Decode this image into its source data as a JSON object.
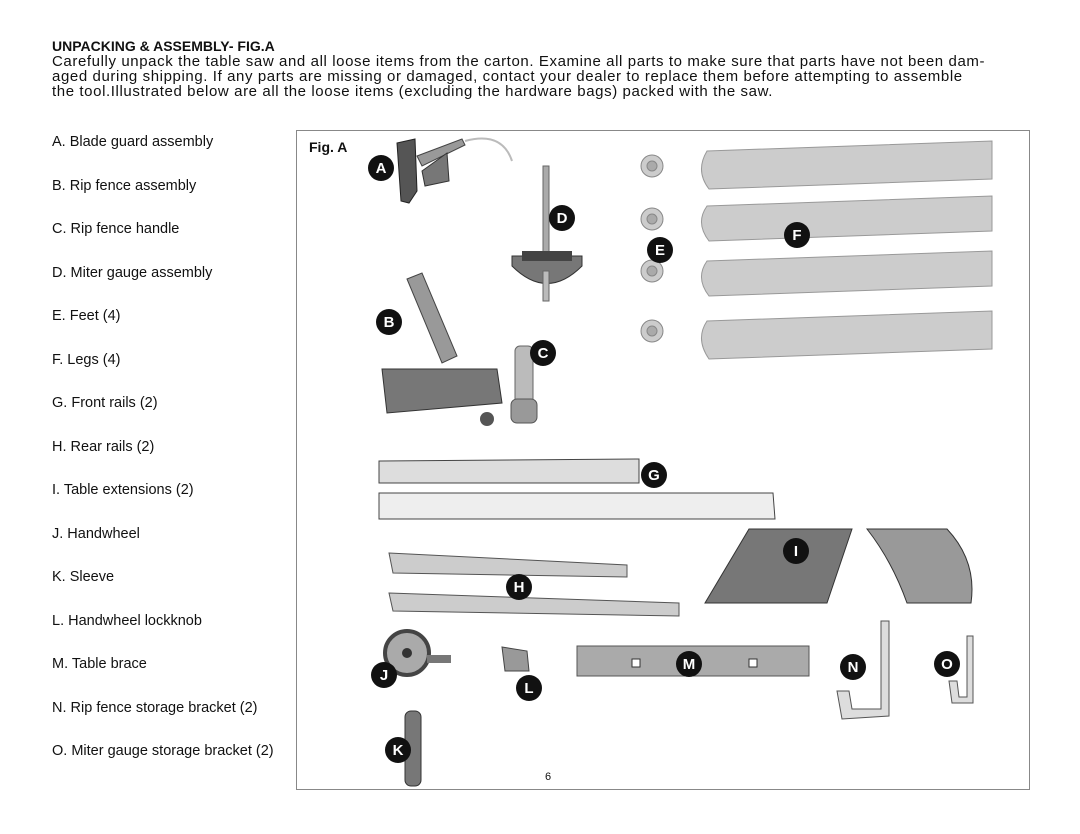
{
  "heading": "UNPACKING & ASSEMBLY- FIG.A",
  "paragraph_lines": [
    "Carefully unpack the table saw and all loose items from the carton. Examine all parts to make sure that parts have not been dam-",
    "aged during shipping. If any parts are missing or damaged, contact your dealer to replace them before attempting to assemble",
    "the tool.Illustrated below are all the loose items (excluding the hardware bags) packed with the saw."
  ],
  "parts": [
    "A. Blade guard assembly",
    "B. Rip fence assembly",
    "C. Rip fence handle",
    "D. Miter gauge assembly",
    "E. Feet (4)",
    "F.  Legs (4)",
    "G. Front rails (2)",
    "H. Rear rails (2)",
    "I.  Table extensions (2)",
    "J.  Handwheel",
    "K.  Sleeve",
    "L.  Handwheel lockknob",
    "M. Table brace",
    "N.  Rip fence storage bracket (2)",
    "O.  Miter gauge storage bracket (2)"
  ],
  "figure": {
    "label": "Fig. A",
    "callouts": {
      "A": "A",
      "B": "B",
      "C": "C",
      "D": "D",
      "E": "E",
      "F": "F",
      "G": "G",
      "H": "H",
      "I": "I",
      "J": "J",
      "K": "K",
      "L": "L",
      "M": "M",
      "N": "N",
      "O": "O"
    }
  },
  "page_number": "6"
}
